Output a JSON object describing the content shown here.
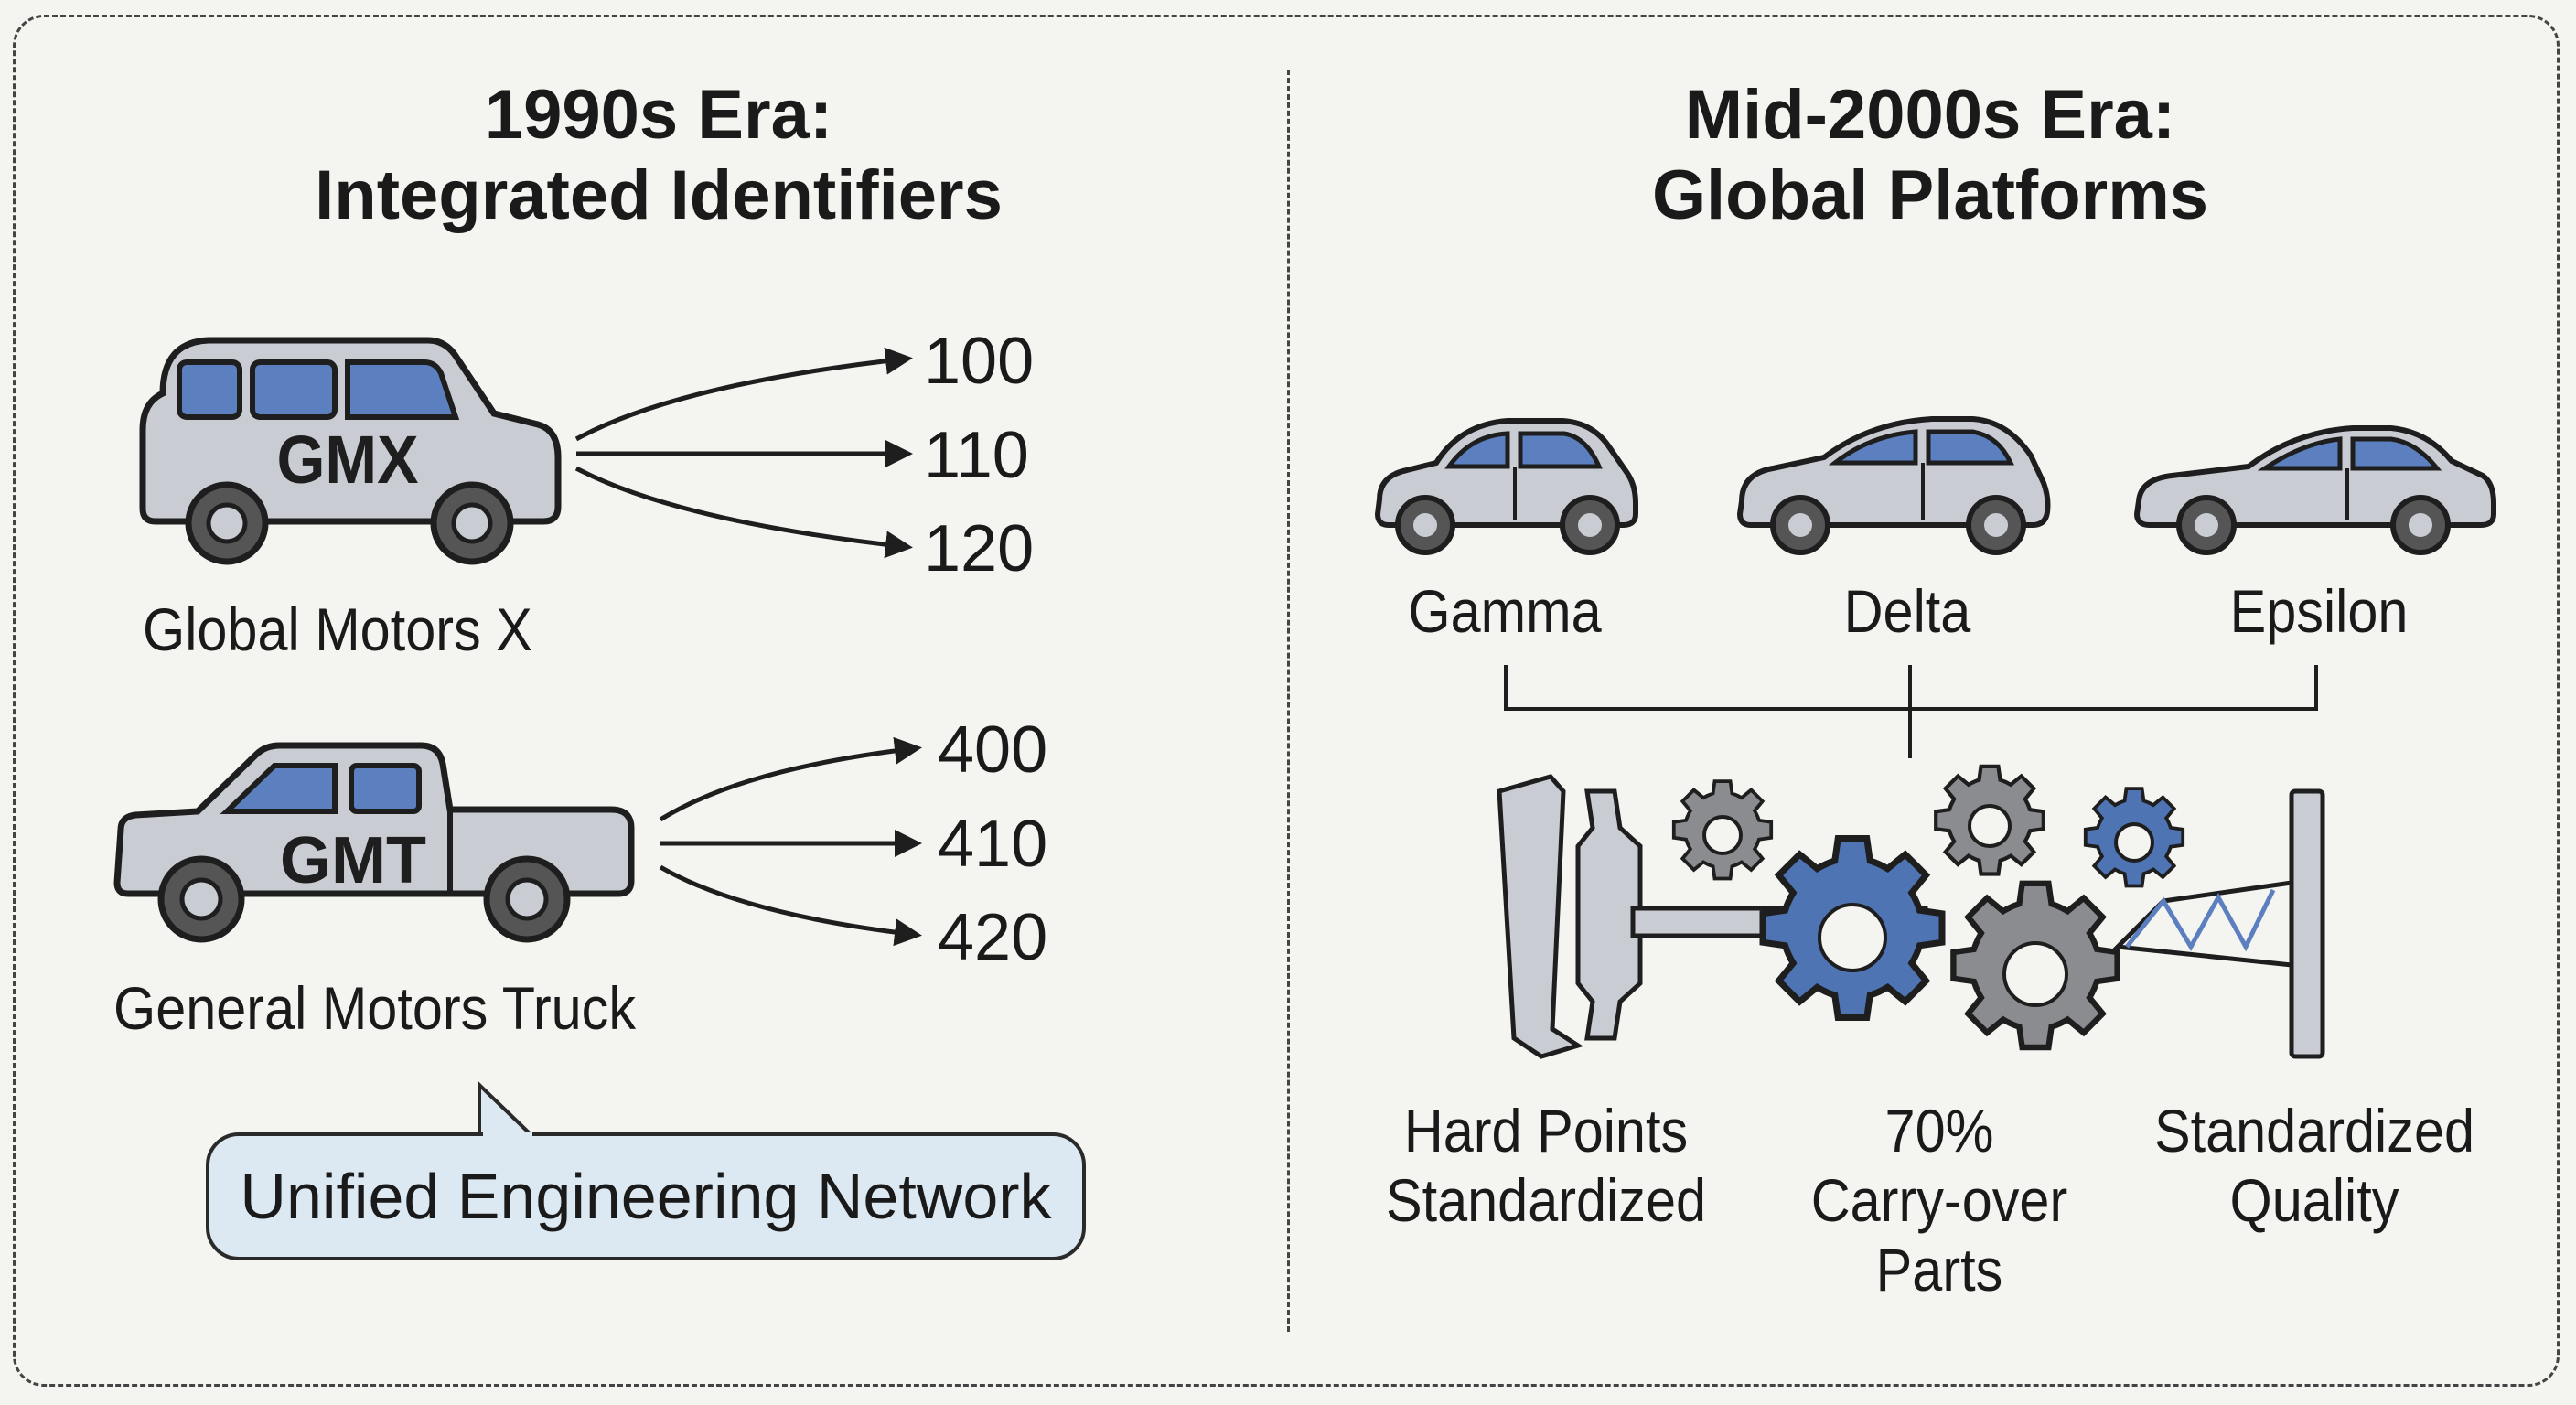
{
  "left": {
    "heading_line1": "1990s Era:",
    "heading_line2": "Integrated Identifiers",
    "vehicle1": {
      "badge": "GMX",
      "name": "Global Motors X",
      "codes": [
        "100",
        "110",
        "120"
      ]
    },
    "vehicle2": {
      "badge": "GMT",
      "name": "General Motors Truck",
      "codes": [
        "400",
        "410",
        "420"
      ]
    },
    "callout": "Unified Engineering Network"
  },
  "right": {
    "heading_line1": "Mid-2000s Era:",
    "heading_line2": "Global Platforms",
    "platforms": [
      "Gamma",
      "Delta",
      "Epsilon"
    ],
    "features": [
      {
        "line1": "Hard Points",
        "line2": "Standardized",
        "line3": ""
      },
      {
        "line1": "70%",
        "line2": "Carry-over",
        "line3": "Parts"
      },
      {
        "line1": "Standardized",
        "line2": "Quality",
        "line3": ""
      }
    ]
  },
  "colors": {
    "window_blue": "#5b7fbf",
    "body_gray": "#c9ccd3",
    "gear_blue": "#4f74b3",
    "gear_gray": "#8a8c90",
    "outline": "#1e1e1e"
  }
}
